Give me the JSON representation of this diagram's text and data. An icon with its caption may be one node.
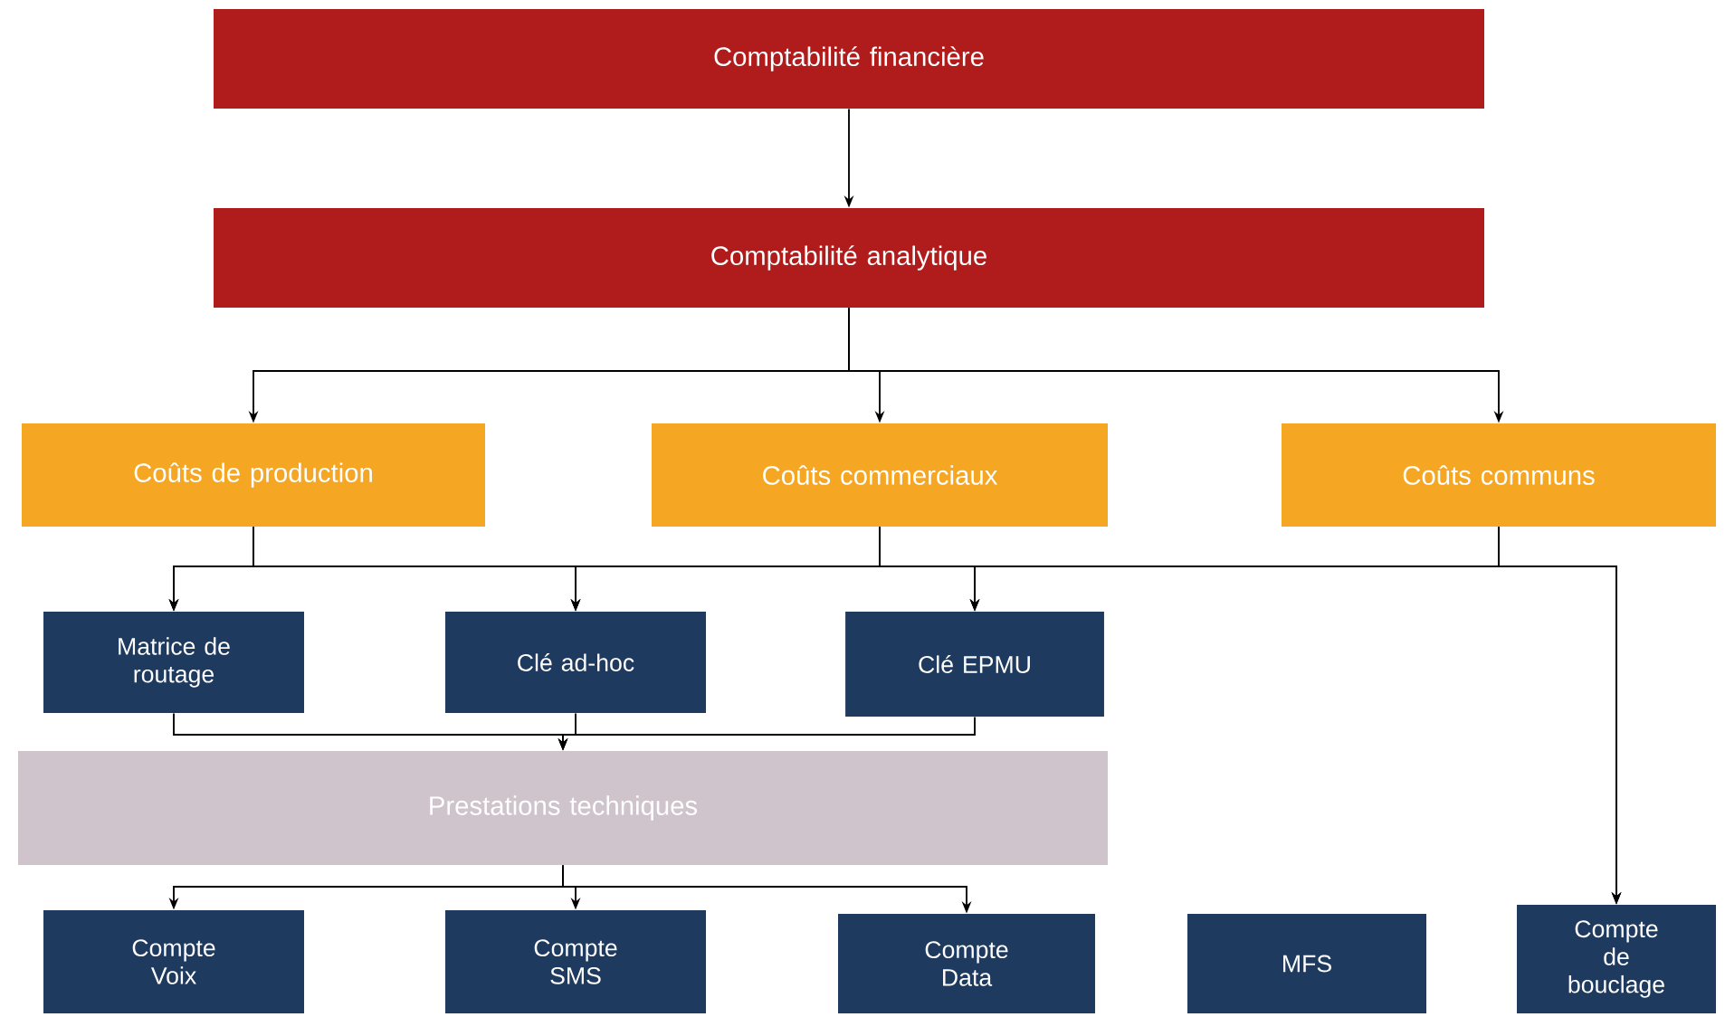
{
  "diagram": {
    "nodes": [
      {
        "text": [
          "Comptabilité financière"
        ]
      },
      {
        "text": [
          "Comptabilité analytique"
        ]
      },
      {
        "text": [
          "Coûts de production"
        ]
      },
      {
        "text": [
          "Coûts commerciaux"
        ]
      },
      {
        "text": [
          "Coûts communs"
        ]
      },
      {
        "text": [
          "Matrice de routage"
        ]
      },
      {
        "text": [
          "Clé ad-hoc"
        ]
      },
      {
        "text": [
          "Clé EPMU"
        ]
      },
      {
        "text": [
          "Prestations techniques"
        ]
      },
      {
        "text": [
          "Compte Voix"
        ]
      },
      {
        "text": [
          "Compte SMS"
        ]
      },
      {
        "text": [
          "Compte Data"
        ]
      },
      {
        "text": [
          "MFS"
        ]
      },
      {
        "text": [
          "Compte de bouclage"
        ]
      }
    ],
    "edges": [
      {
        "from": 0,
        "to": 1,
        "arrow": "to"
      },
      {
        "from": 1,
        "to": 2,
        "arrow": "to"
      },
      {
        "from": 1,
        "to": 3,
        "arrow": "to"
      },
      {
        "from": 1,
        "to": 4,
        "arrow": "to"
      },
      {
        "from": 2,
        "to": 5,
        "arrow": "to"
      },
      {
        "from": 2,
        "to": 6,
        "arrow": "to"
      },
      {
        "from": 2,
        "to": 7,
        "arrow": "to"
      },
      {
        "from": 2,
        "to": 13,
        "arrow": "to"
      },
      {
        "from": 3,
        "to": 5,
        "arrow": "to"
      },
      {
        "from": 3,
        "to": 6,
        "arrow": "to"
      },
      {
        "from": 3,
        "to": 7,
        "arrow": "to"
      },
      {
        "from": 3,
        "to": 13,
        "arrow": "to"
      },
      {
        "from": 4,
        "to": 5,
        "arrow": "to"
      },
      {
        "from": 4,
        "to": 6,
        "arrow": "to"
      },
      {
        "from": 4,
        "to": 7,
        "arrow": "to"
      },
      {
        "from": 4,
        "to": 13,
        "arrow": "to"
      },
      {
        "from": 5,
        "to": 8,
        "arrow": "to"
      },
      {
        "from": 6,
        "to": 8,
        "arrow": "to"
      },
      {
        "from": 7,
        "to": 8,
        "arrow": "to"
      },
      {
        "from": 8,
        "to": 9,
        "arrow": "to"
      },
      {
        "from": 8,
        "to": 10,
        "arrow": "to"
      },
      {
        "from": 8,
        "to": 11,
        "arrow": "to"
      }
    ]
  }
}
